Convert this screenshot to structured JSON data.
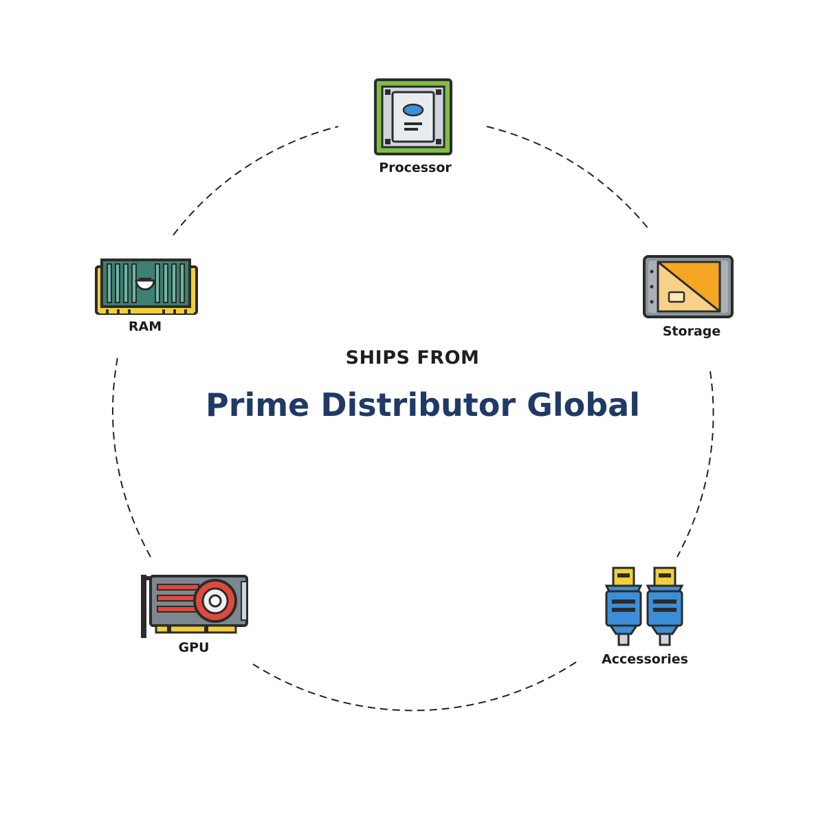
{
  "center": {
    "subtitle": "SHIPS FROM",
    "title": "Prime Distributor Global"
  },
  "nodes": [
    {
      "label": "Processor",
      "icon": "cpu-processor-icon"
    },
    {
      "label": "Storage",
      "icon": "ssd-storage-icon"
    },
    {
      "label": "Accessories",
      "icon": "hdmi-cables-icon"
    },
    {
      "label": "GPU",
      "icon": "graphics-card-icon"
    },
    {
      "label": "RAM",
      "icon": "ram-module-icon"
    }
  ],
  "colors": {
    "title": "#1f3a66",
    "text": "#1a1a1a",
    "ring": "#222222",
    "green": "#7fbf3f",
    "teal": "#3e7f73",
    "yellow": "#f2d03b",
    "orange": "#f5a623",
    "blue": "#3c8fd6",
    "red": "#e04a3c"
  }
}
